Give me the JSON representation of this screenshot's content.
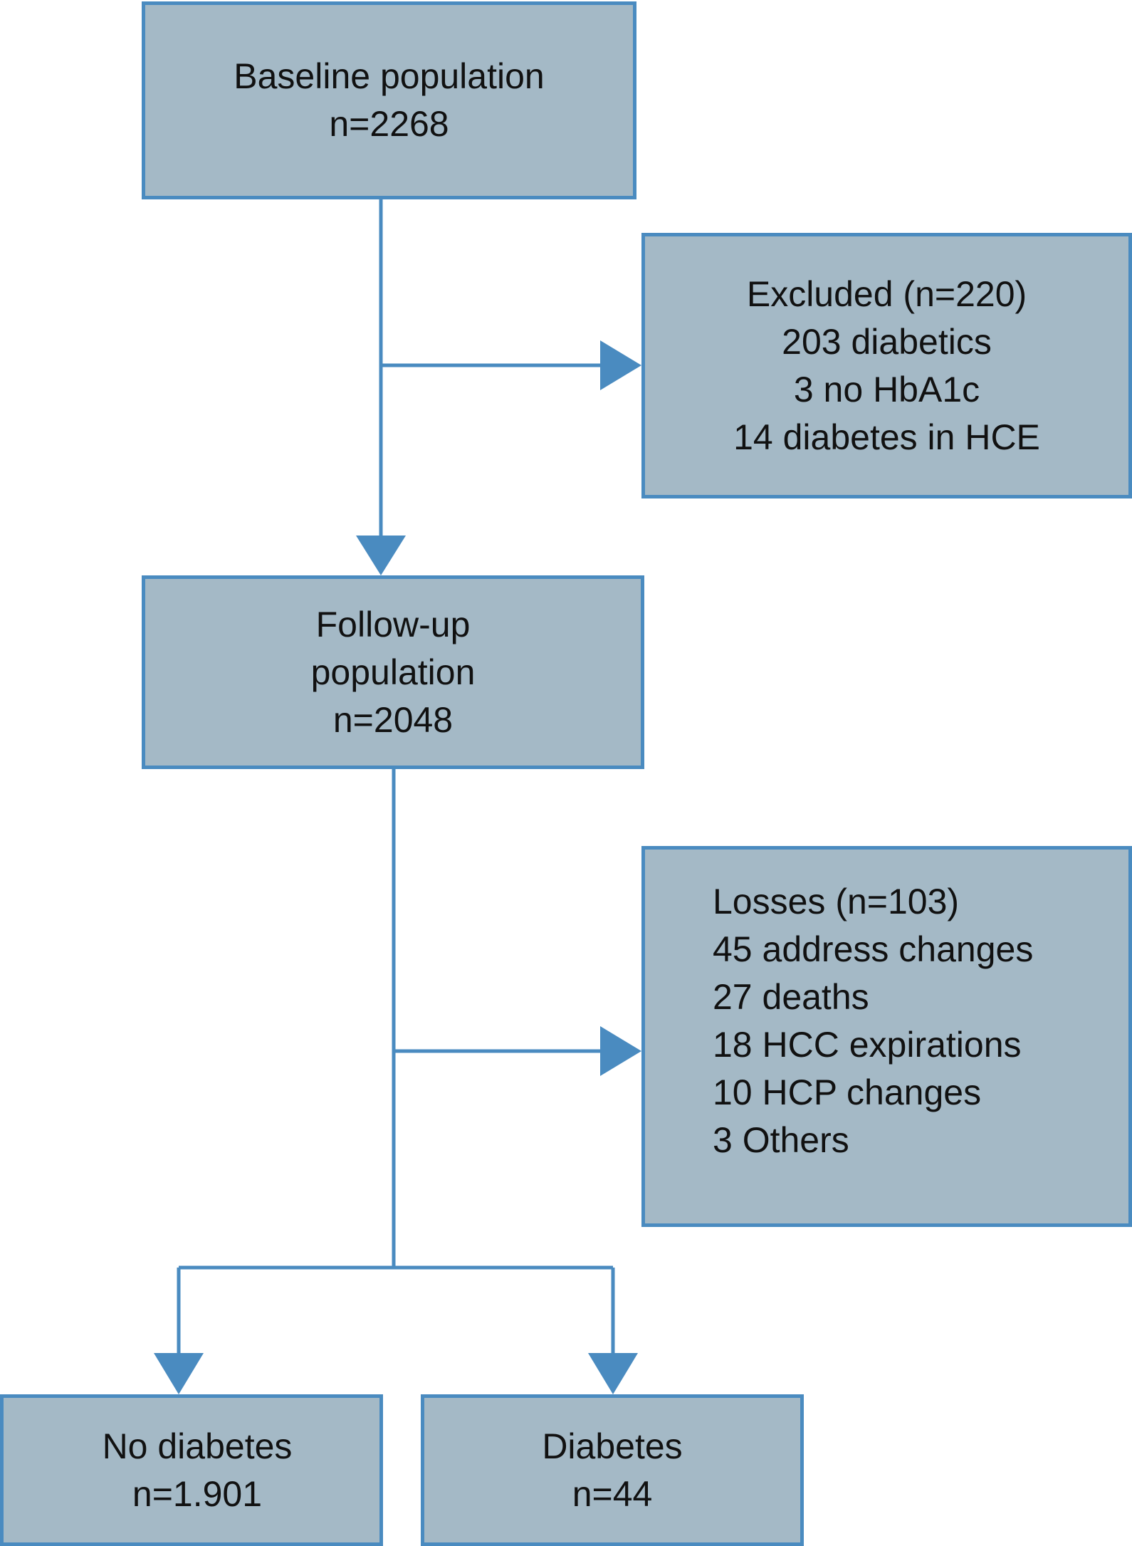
{
  "colors": {
    "box_fill": "#a4b9c6",
    "box_border": "#4a8bc0",
    "connector": "#4a8bc0",
    "text": "#111111"
  },
  "boxes": {
    "baseline": {
      "lines": [
        "Baseline population",
        "n=2268"
      ]
    },
    "excluded": {
      "lines": [
        "Excluded (n=220)",
        "203 diabetics",
        "3 no HbA1c",
        "14 diabetes in HCE"
      ]
    },
    "followup": {
      "lines": [
        "Follow-up",
        "population",
        "n=2048"
      ]
    },
    "losses": {
      "lines": [
        "Losses (n=103)",
        "45 address changes",
        "27 deaths",
        "18 HCC expirations",
        "10 HCP changes",
        "3 Others"
      ]
    },
    "no_diabetes": {
      "lines": [
        "No diabetes",
        "n=1.901"
      ]
    },
    "diabetes": {
      "lines": [
        "Diabetes",
        "n=44"
      ]
    }
  }
}
